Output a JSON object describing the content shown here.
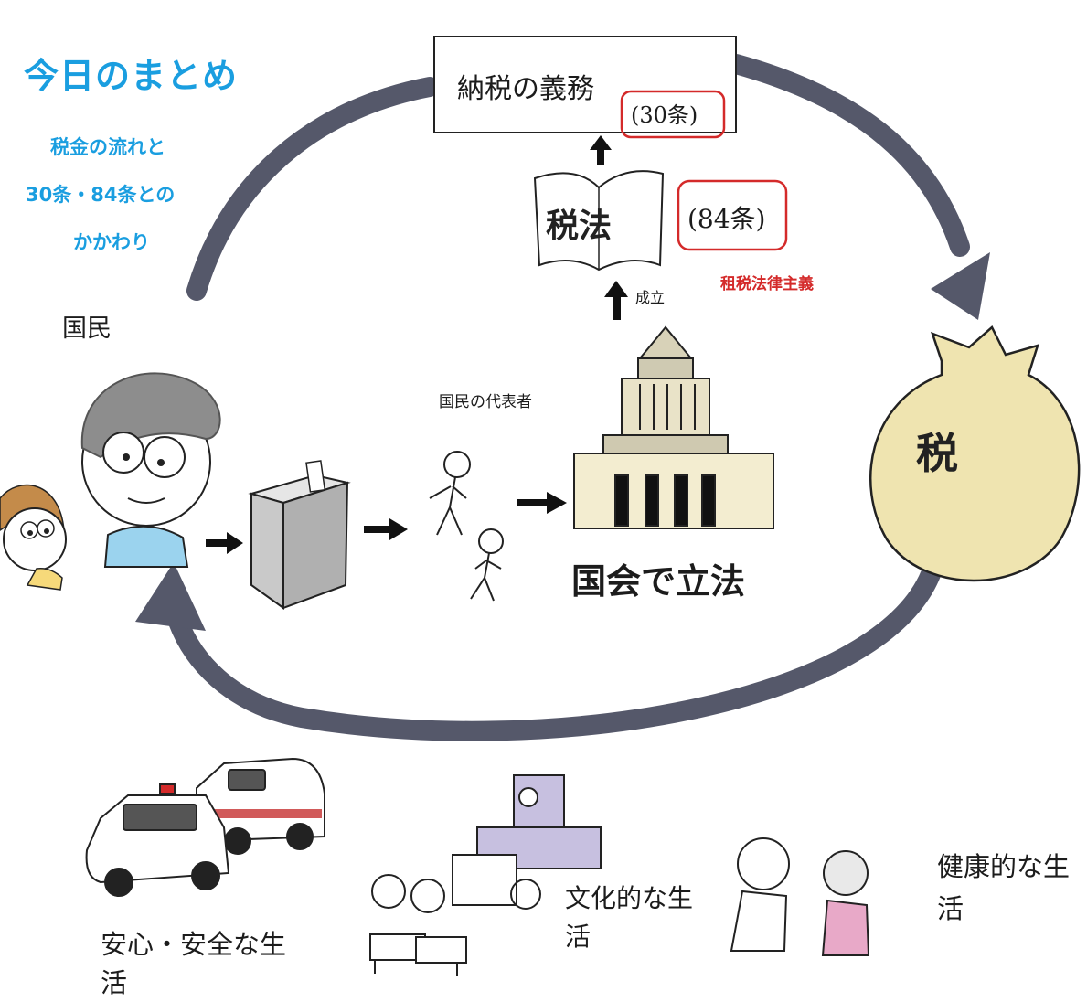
{
  "title": "今日のまとめ",
  "subtitle_lines": [
    "税金の流れと",
    "30条・84条との",
    "かかわり"
  ],
  "duty": {
    "label": "納税の義務",
    "article": "(30条)"
  },
  "tax_law": {
    "label": "税法",
    "article": "(84条)",
    "principle": "租税法律主義",
    "enacted": "成立"
  },
  "citizens": "国民",
  "representatives": "国民の代表者",
  "diet": "国会で立法",
  "tax": "税",
  "life": {
    "safety": "安心・安全な生活",
    "culture": "文化的な生活",
    "health": "健康的な生活"
  },
  "colors": {
    "title": "#1a9ee0",
    "highlight": "#d42a2a",
    "tax_bag": "#efe4b0",
    "arrow": "#55586a"
  }
}
